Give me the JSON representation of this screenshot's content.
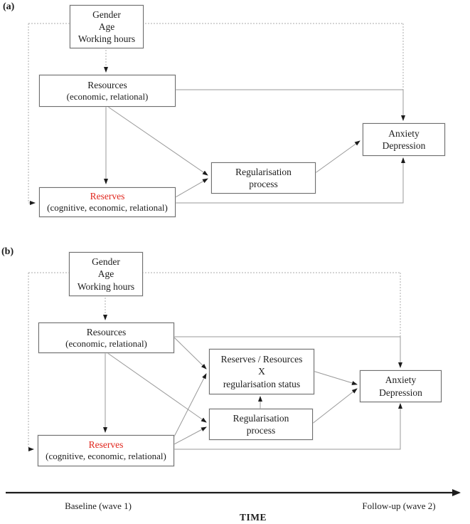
{
  "panel_a": {
    "label": "(a)",
    "confounders": [
      "Gender",
      "Age",
      "Working hours"
    ],
    "resources": [
      "Resources",
      "(economic, relational)"
    ],
    "reserves_title": "Reserves",
    "reserves_sub": "(cognitive, economic, relational)",
    "regularisation": [
      "Regularisation",
      "process"
    ],
    "outcome": [
      "Anxiety",
      "Depression"
    ]
  },
  "panel_b": {
    "label": "(b)",
    "confounders": [
      "Gender",
      "Age",
      "Working hours"
    ],
    "resources": [
      "Resources",
      "(economic, relational)"
    ],
    "interaction": [
      "Reserves / Resources",
      "X",
      "regularisation status"
    ],
    "regularisation": [
      "Regularisation",
      "process"
    ],
    "reserves_title": "Reserves",
    "reserves_sub": "(cognitive, economic, relational)",
    "outcome": [
      "Anxiety",
      "Depression"
    ]
  },
  "timeline": {
    "left": "Baseline (wave 1)",
    "axis": "TIME",
    "right": "Follow-up (wave 2)"
  },
  "colors": {
    "reserves_red": "#e0251c",
    "box_border": "#6f6f6f",
    "solid_connector": "#999999",
    "dashed_connector": "#ababab",
    "arrowhead": "#1c1c1c",
    "axis_line": "#1c1c1c",
    "text": "#1c1c1c"
  }
}
